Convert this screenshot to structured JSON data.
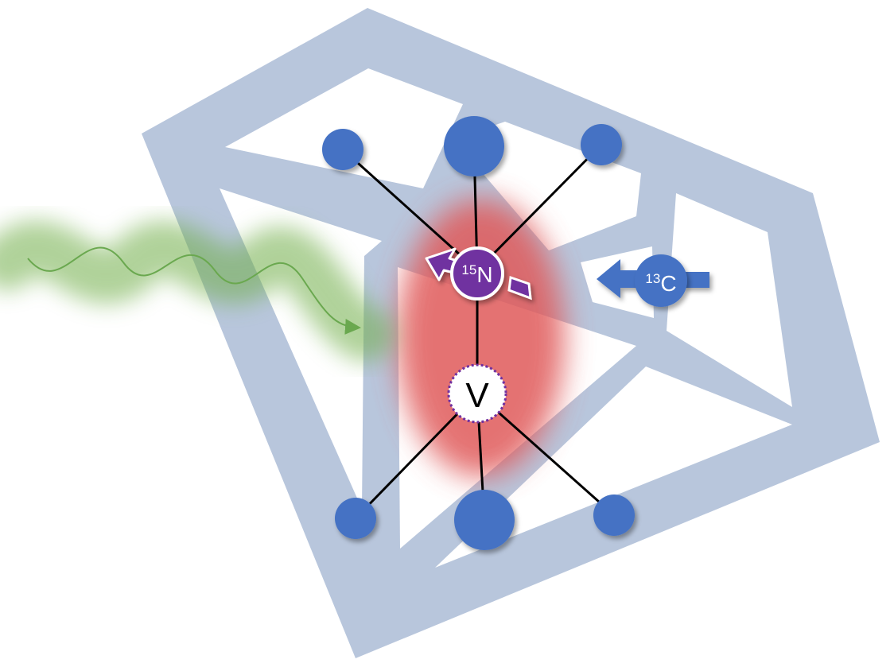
{
  "labels": {
    "nitrogen_superscript": "15",
    "nitrogen_symbol": "N",
    "carbon_superscript": "13",
    "carbon_symbol": "C",
    "vacancy_symbol": "V"
  },
  "colors": {
    "diamond_frame": "#b8c6dc",
    "atom_blue": "#4472c4",
    "nitrogen_purple": "#7030a0",
    "carbon_arrow_blue": "#4472c4",
    "nitrogen_arrow_purple": "#7030a0",
    "electron_cloud_red": "#e05a5a",
    "laser_green": "#70ad47",
    "bond_black": "#000000",
    "vacancy_outline": "#7030a0"
  },
  "icons": {
    "laser": "green-wavy-laser-arrow",
    "nitrogen_spin": "purple-spin-arrow",
    "carbon_spin": "blue-spin-arrow"
  }
}
